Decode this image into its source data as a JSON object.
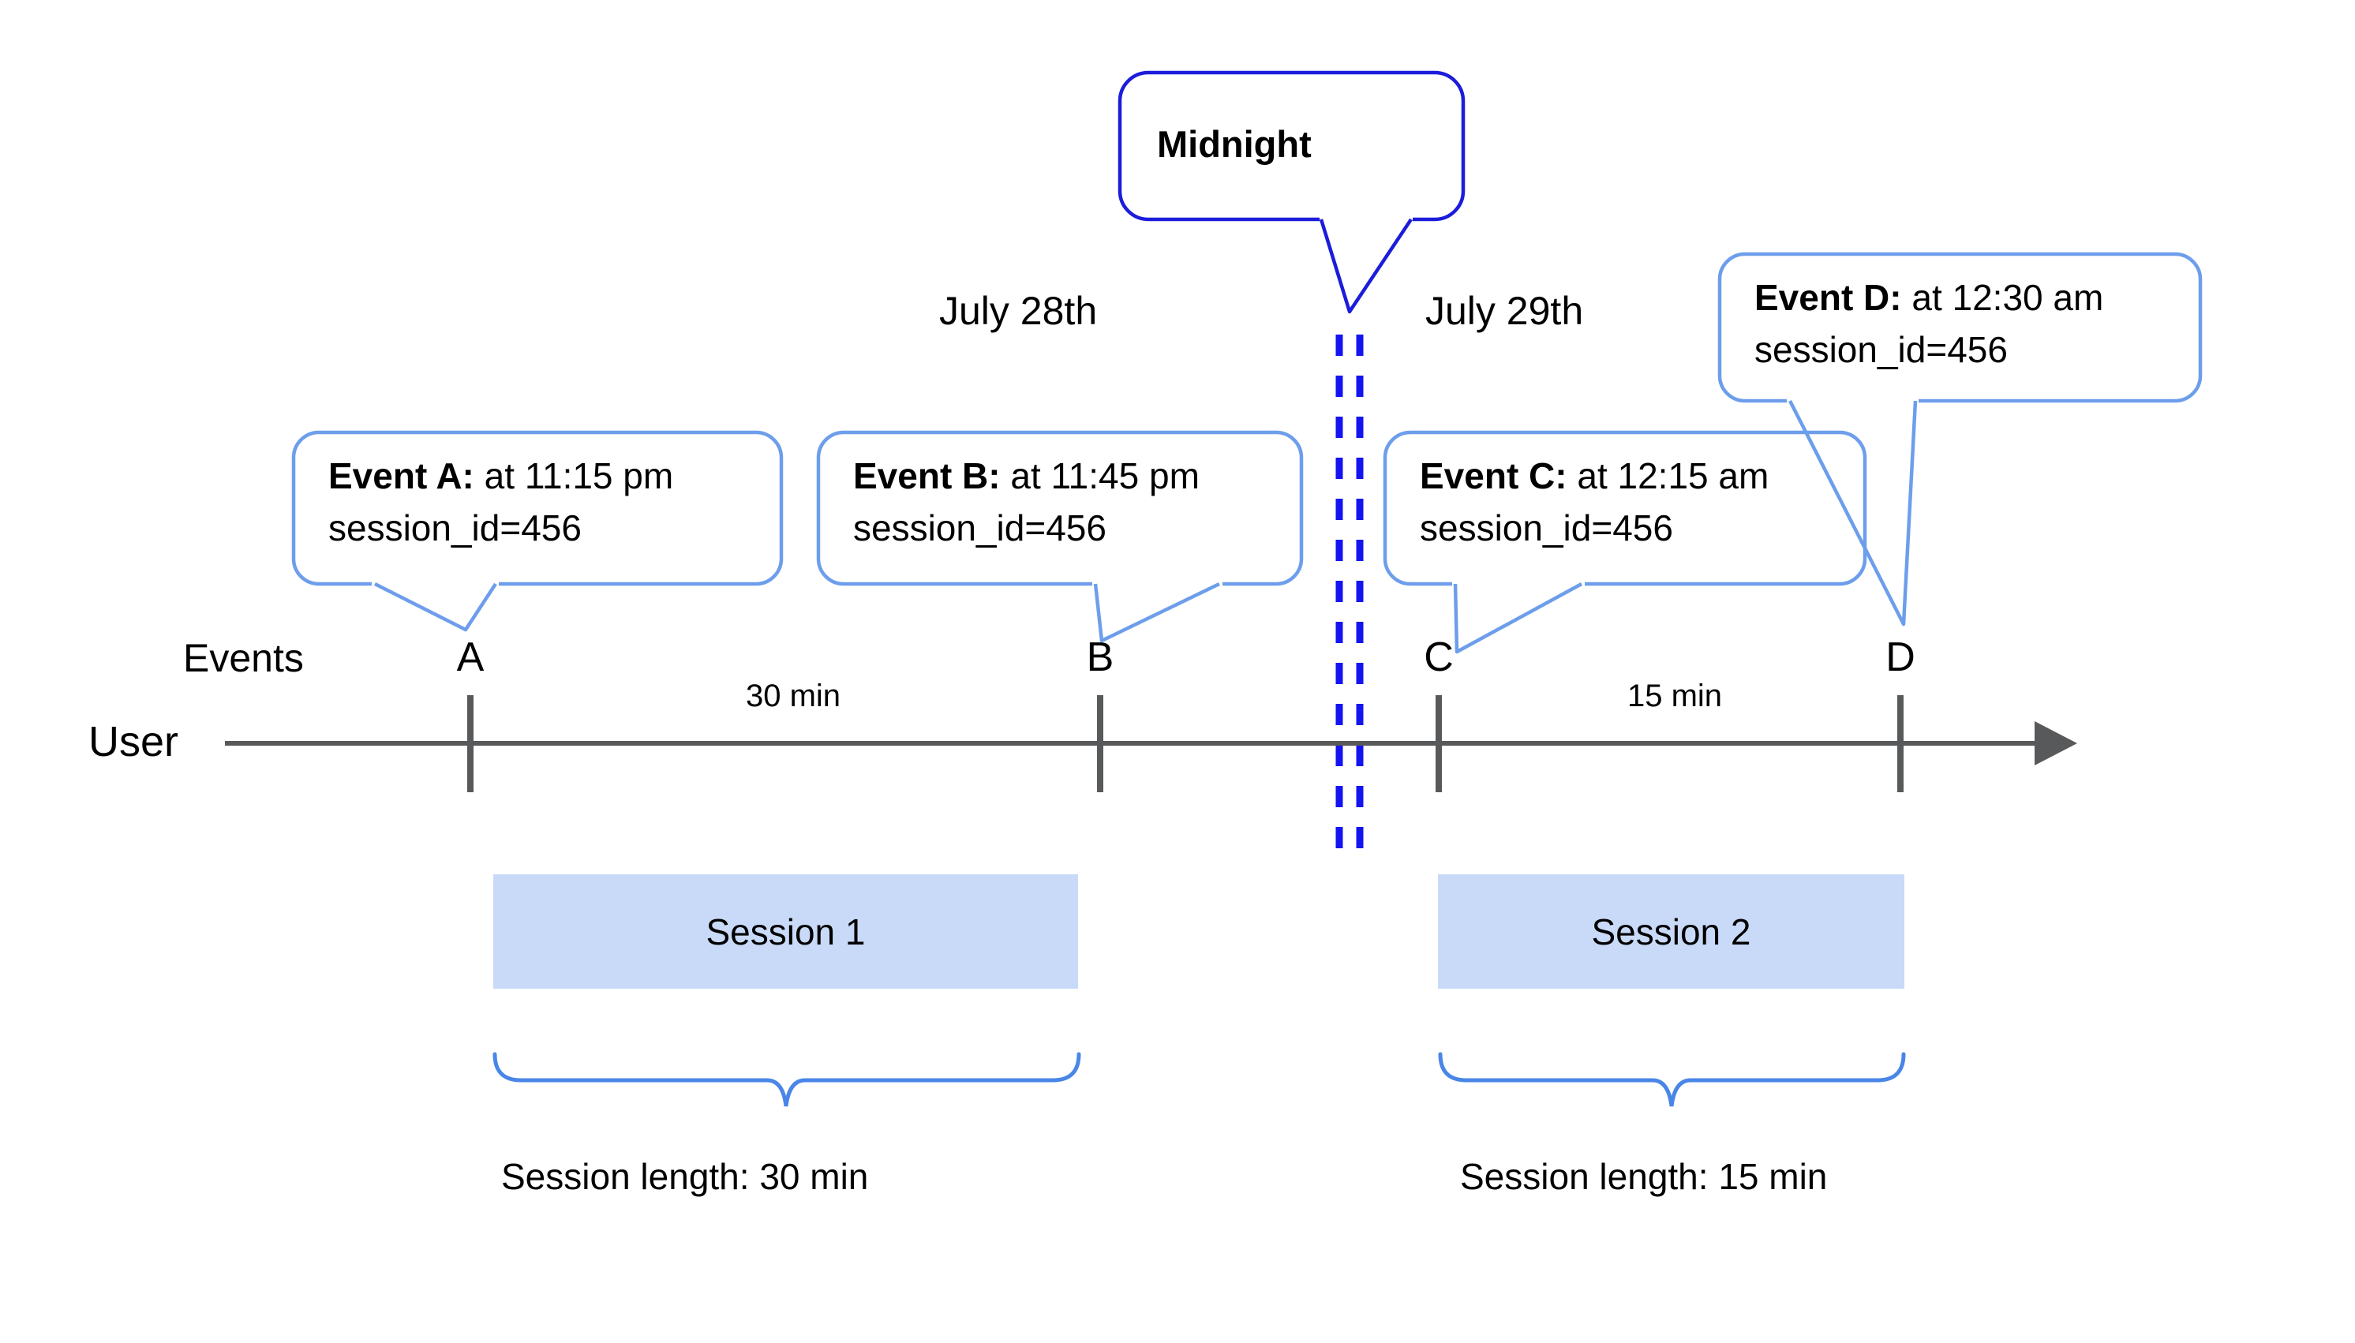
{
  "colors": {
    "timeline_gray": "#58595b",
    "midnight_border_blue": "#1c1cdb",
    "dashed_line_blue": "#1414f0",
    "event_bubble_border_blue": "#6d9eeb",
    "brace_blue": "#4a86e8",
    "session_box_fill": "#c9daf8",
    "text_black": "#000000"
  },
  "midnight_callout": {
    "label": "Midnight"
  },
  "dates": {
    "before_midnight": "July 28th",
    "after_midnight": "July 29th"
  },
  "axis": {
    "events_row_label": "Events",
    "user_row_label": "User"
  },
  "event_bubbles": [
    {
      "letter": "A",
      "title": "Event A:",
      "time": " at 11:15 pm",
      "session_line": "session_id=456"
    },
    {
      "letter": "B",
      "title": "Event B:",
      "time": " at 11:45 pm",
      "session_line": "session_id=456"
    },
    {
      "letter": "C",
      "title": "Event C:",
      "time": " at 12:15 am",
      "session_line": "session_id=456"
    },
    {
      "letter": "D",
      "title": "Event D:",
      "time": " at 12:30 am",
      "session_line": "session_id=456"
    }
  ],
  "intervals": [
    {
      "label": "30 min"
    },
    {
      "label": "15 min"
    }
  ],
  "sessions": [
    {
      "box_label": "Session 1",
      "length_label": "Session length: 30 min"
    },
    {
      "box_label": "Session 2",
      "length_label": "Session length: 15 min"
    }
  ]
}
